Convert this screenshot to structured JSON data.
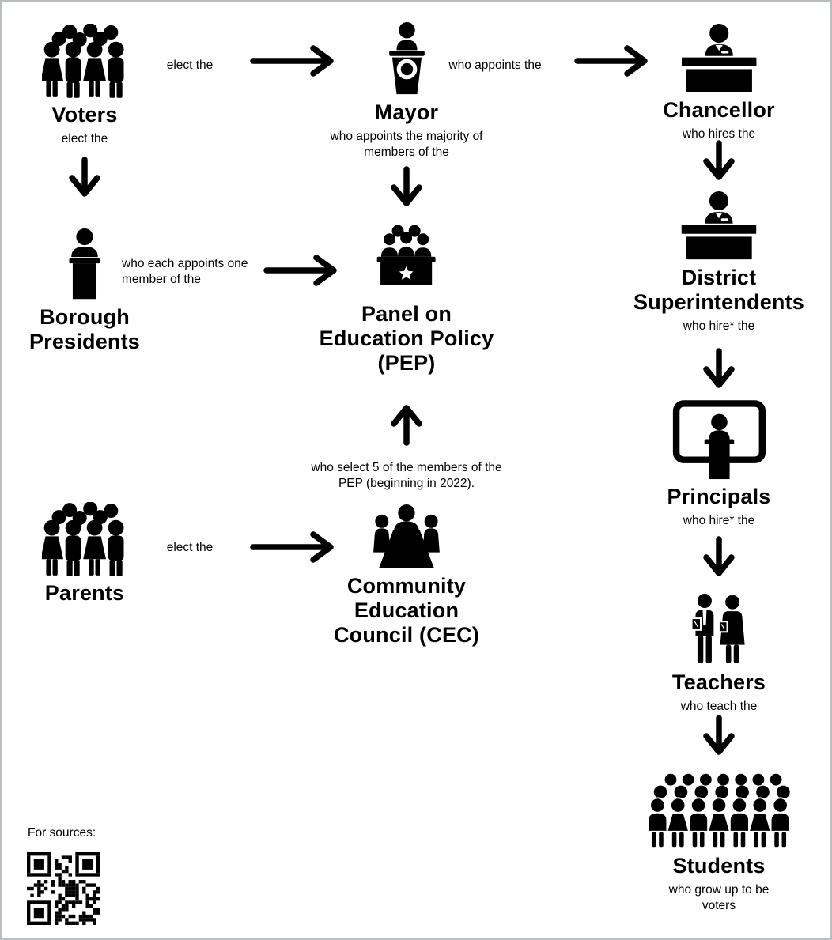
{
  "page": {
    "background": "#ffffff",
    "border_color": "#b9bec2",
    "ink_color": "#000000"
  },
  "nodes": {
    "voters": {
      "title": "Voters",
      "caption": "elect the",
      "icon": "crowd-icon"
    },
    "mayor": {
      "title": "Mayor",
      "caption": "who appoints the majority of\nmembers of the",
      "icon": "speaker-podium-icon"
    },
    "chancellor": {
      "title": "Chancellor",
      "caption": "who hires the",
      "icon": "person-at-desk-icon"
    },
    "borough_presidents": {
      "title": "Borough\nPresidents",
      "icon": "lectern-speaker-icon"
    },
    "pep": {
      "title": "Panel on\nEducation Policy\n(PEP)",
      "icon": "panel-with-star-icon"
    },
    "district_superintendents": {
      "title": "District\nSuperintendents",
      "caption": "who hire* the",
      "icon": "person-at-desk-icon"
    },
    "principals": {
      "title": "Principals",
      "caption": "who hire* the",
      "icon": "screen-podium-icon"
    },
    "teachers": {
      "title": "Teachers",
      "caption": "who teach the",
      "icon": "teacher-pair-icon"
    },
    "parents": {
      "title": "Parents",
      "icon": "crowd-icon"
    },
    "cec": {
      "title": "Community\nEducation\nCouncil (CEC)",
      "icon": "meeting-table-icon"
    },
    "students": {
      "title": "Students",
      "caption": "who grow up to be\nvoters",
      "icon": "student-crowd-icon"
    }
  },
  "edge_labels": {
    "voters_to_mayor": "elect the",
    "mayor_to_chancellor": "who appoints the",
    "borough_to_pep": "who each appoints one\nmember of the",
    "parents_to_cec": "elect the",
    "cec_to_pep": "who select 5 of the members of the\nPEP (beginning in 2022)."
  },
  "footer": {
    "sources_label": "For sources:",
    "qr_icon": "qr-code"
  }
}
